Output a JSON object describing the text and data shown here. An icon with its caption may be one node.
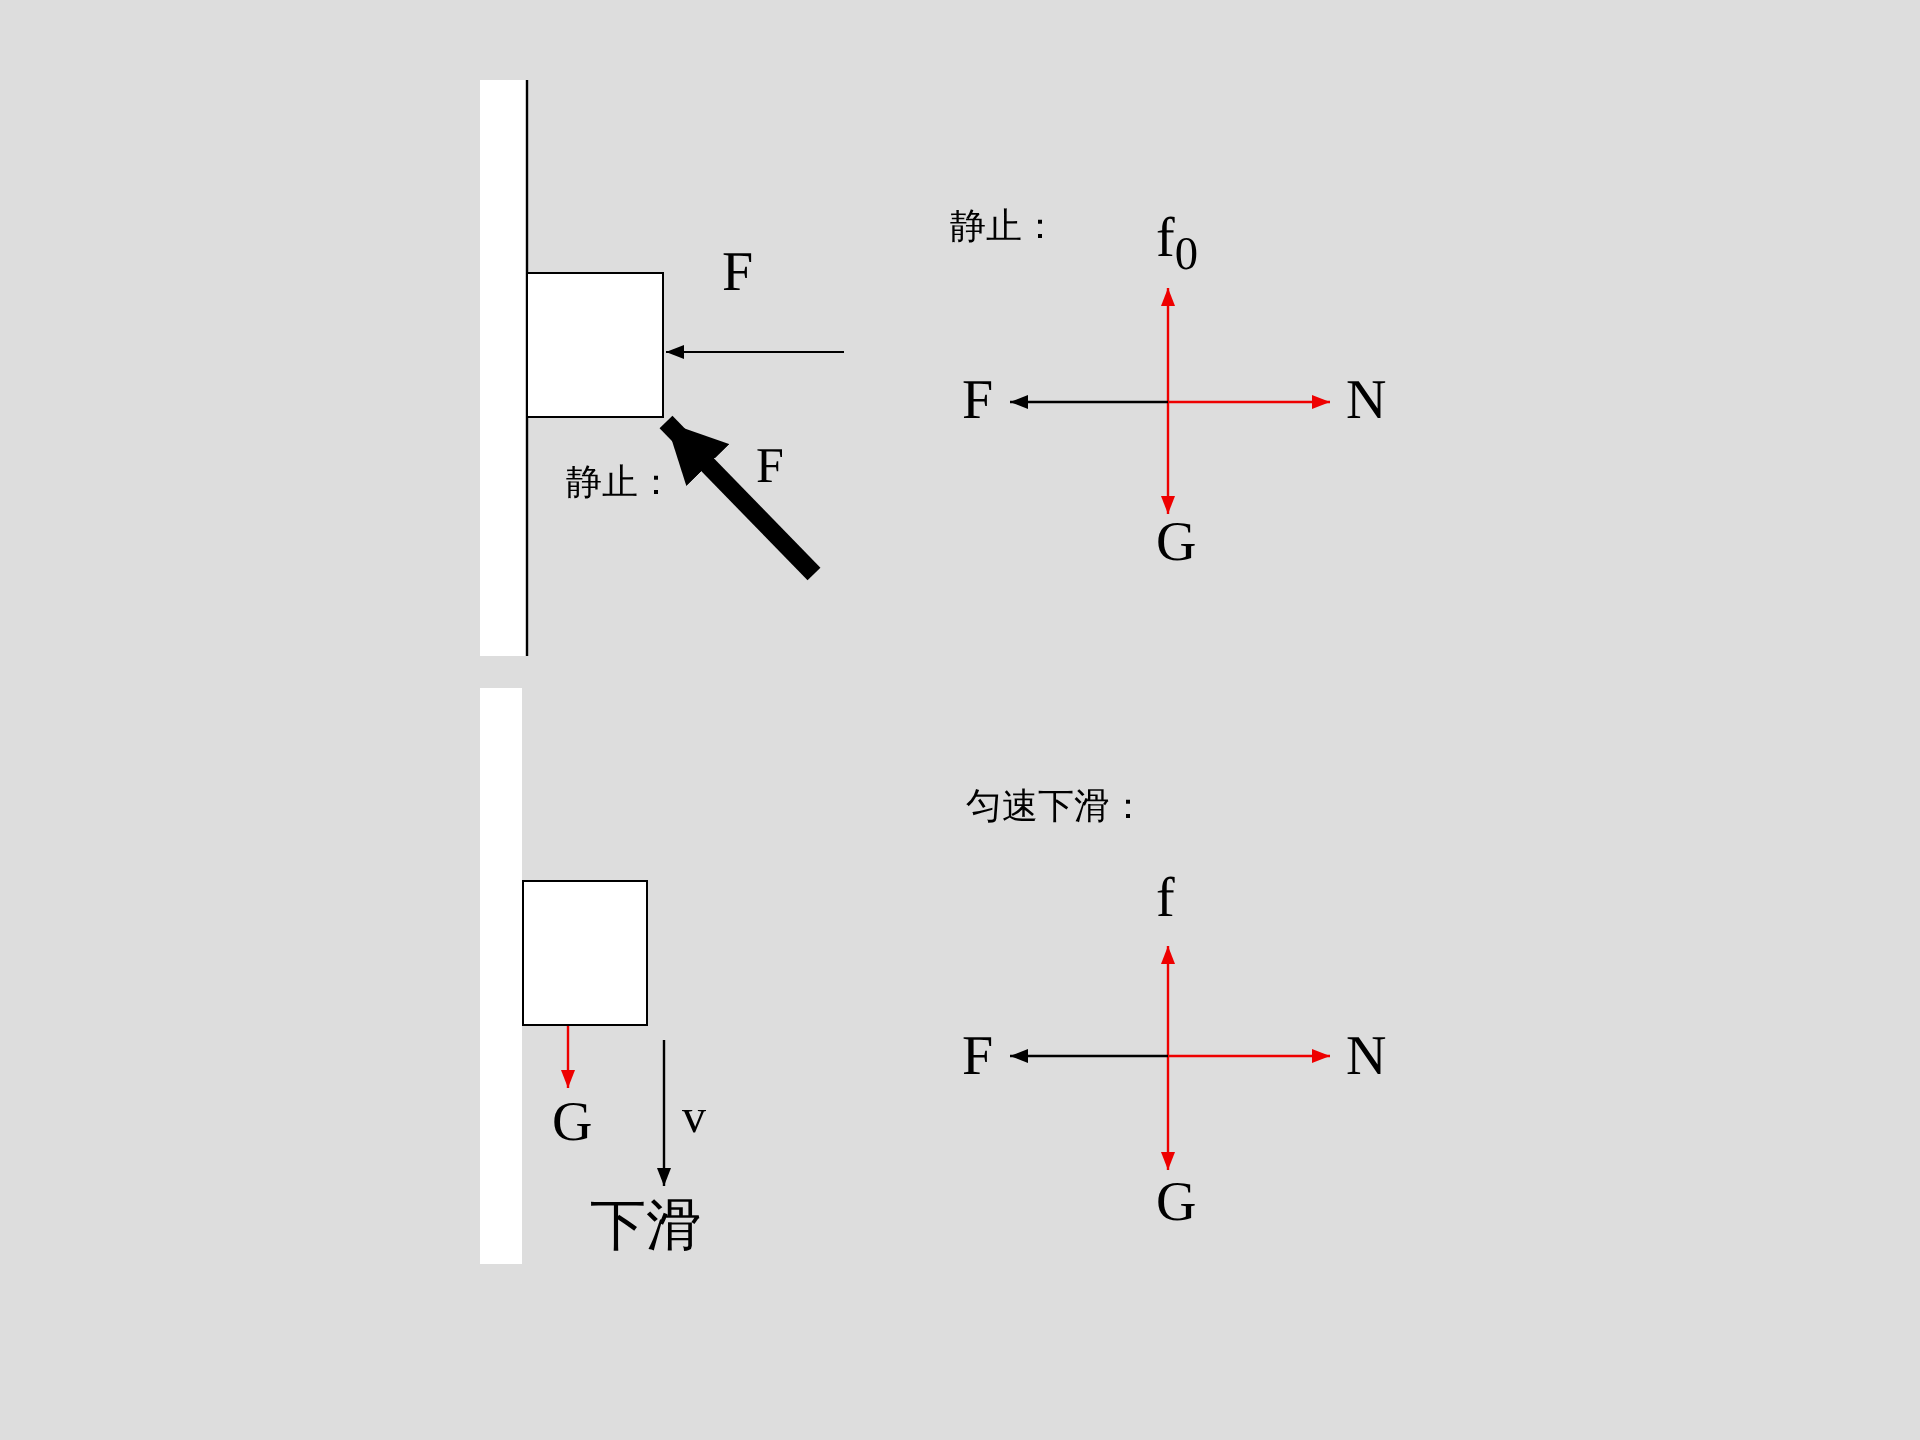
{
  "diagram": {
    "nodes": [
      {
        "text": [],
        "shape": "box"
      },
      {
        "text": [],
        "shape": "box"
      }
    ],
    "labels": [
      "静止：",
      "f$_{0}$",
      "F",
      "F",
      "N",
      "F",
      "静止：",
      "G",
      "匀速下滑：",
      "f",
      "F",
      "N",
      "G",
      "v",
      "G",
      "下滑"
    ]
  }
}
